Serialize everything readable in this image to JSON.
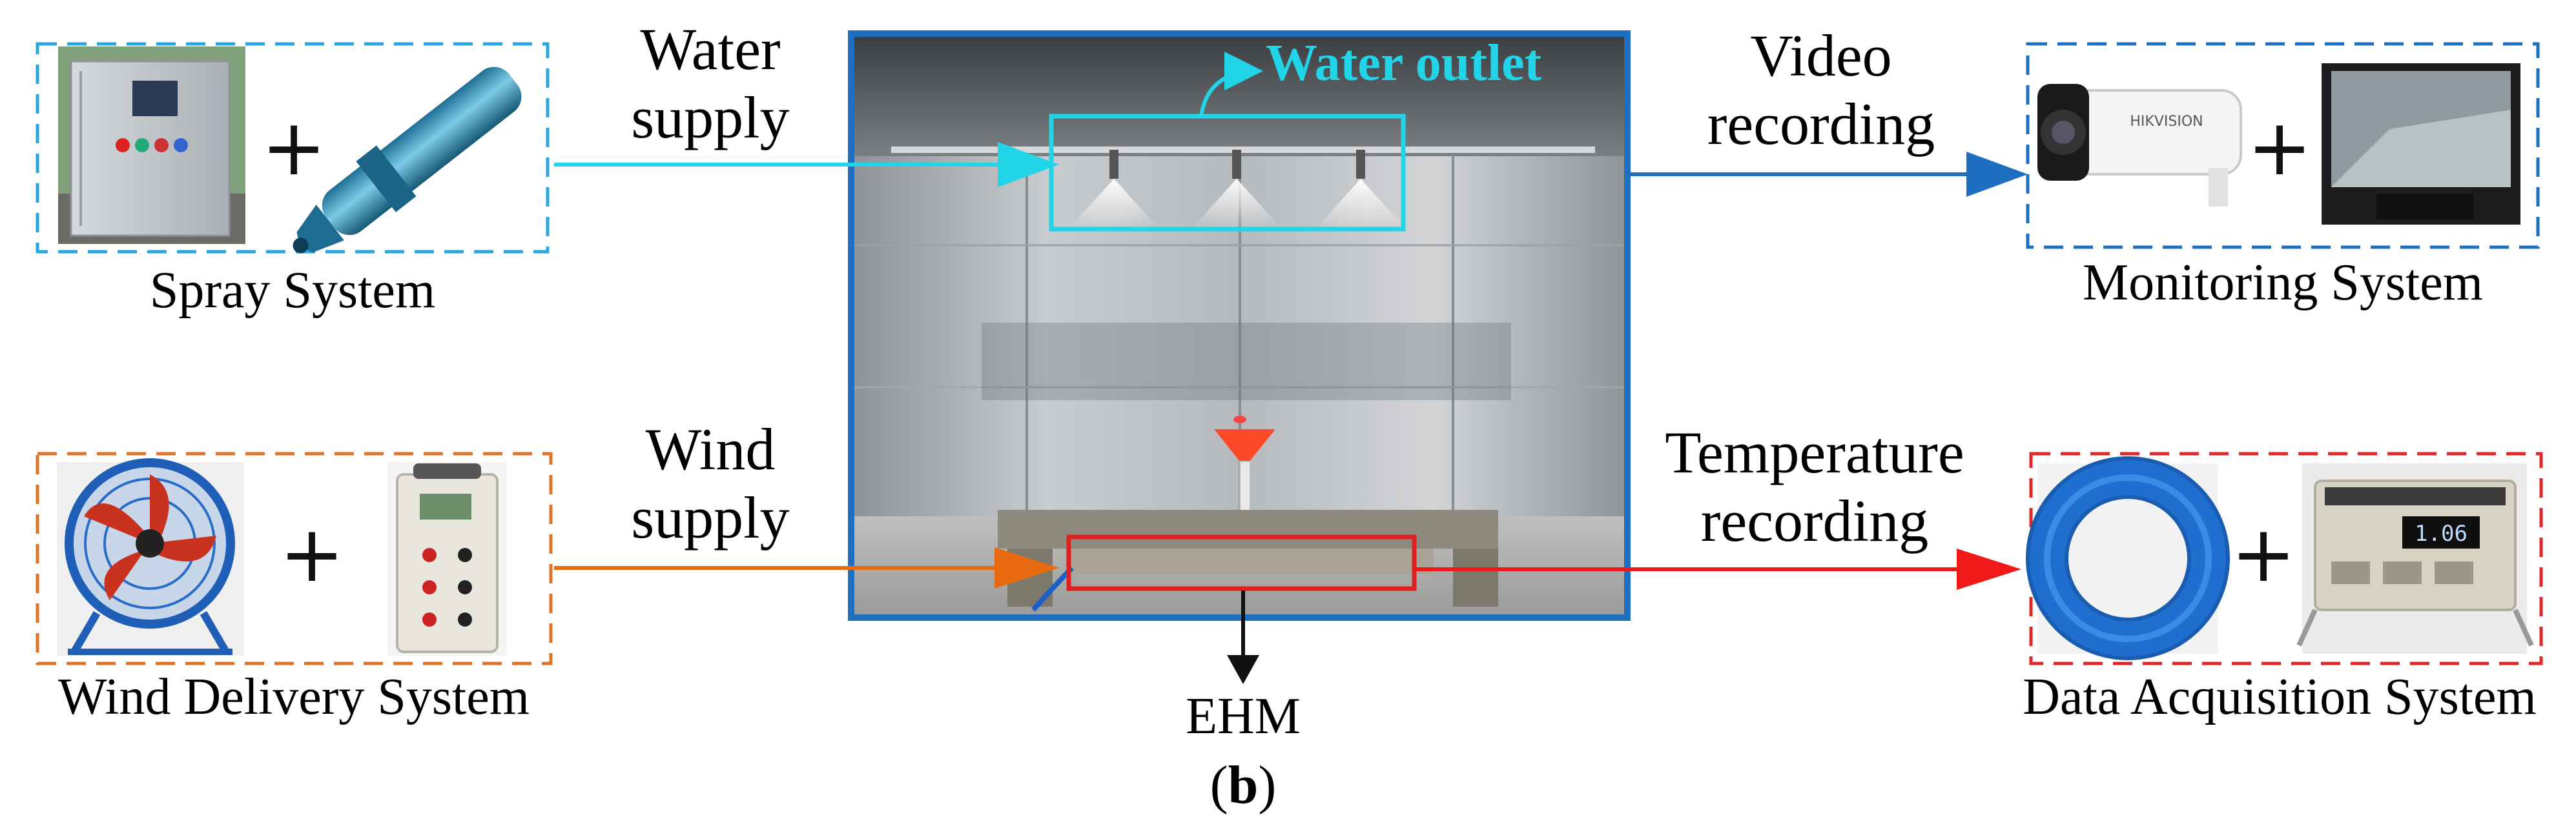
{
  "figure": {
    "panel_label_open": "(",
    "panel_label_letter": "b",
    "panel_label_close": ")"
  },
  "flows": {
    "water": {
      "line1": "Water",
      "line2": "supply"
    },
    "wind": {
      "line1": "Wind",
      "line2": "supply"
    },
    "video": {
      "line1": "Video",
      "line2": "recording"
    },
    "temperature": {
      "line1": "Temperature",
      "line2": "recording"
    }
  },
  "systems": {
    "spray": "Spray System",
    "wind_delivery": "Wind Delivery System",
    "monitoring": "Monitoring System",
    "data_acquisition": "Data Acquisition System"
  },
  "chamber": {
    "water_outlet": "Water outlet",
    "ehm": "EHM"
  },
  "plus_sign": "+",
  "device_texts": {
    "camera_brand": "HIKVISION",
    "logger_reading": "1.06"
  },
  "colors": {
    "spray_box": "#29a8e0",
    "monitor_box": "#1e6fc0",
    "wind_box": "#e0732a",
    "daq_box": "#e02626",
    "water_arrow": "#21d4e8",
    "video_arrow": "#1e6fc0",
    "wind_arrow": "#e86a10",
    "temp_arrow": "#f01818",
    "chamber_frame": "#1e6fc0",
    "outlet_box": "#21d4e8",
    "ehm_box": "#e02020"
  }
}
